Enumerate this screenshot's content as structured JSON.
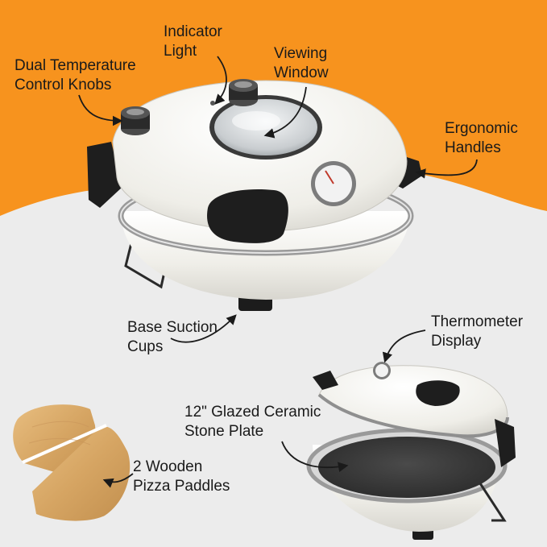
{
  "colors": {
    "background_top": "#f7931e",
    "background_bottom": "#ececec",
    "oven_body": "#efeee8",
    "handle": "#1e1e1e",
    "stone": "#3a3a3a",
    "wood": "#d9a868"
  },
  "callouts": {
    "dual_knobs": [
      "Dual Temperature",
      "Control Knobs"
    ],
    "indicator": [
      "Indicator",
      "Light"
    ],
    "viewing": [
      "Viewing",
      "Window"
    ],
    "handles": [
      "Ergonomic",
      "Handles"
    ],
    "base": [
      "Base Suction",
      "Cups"
    ],
    "thermometer": [
      "Thermometer",
      "Display"
    ],
    "stone": [
      "12\" Glazed Ceramic",
      "Stone Plate"
    ],
    "paddles": [
      "2 Wooden",
      "Pizza Paddles"
    ]
  }
}
